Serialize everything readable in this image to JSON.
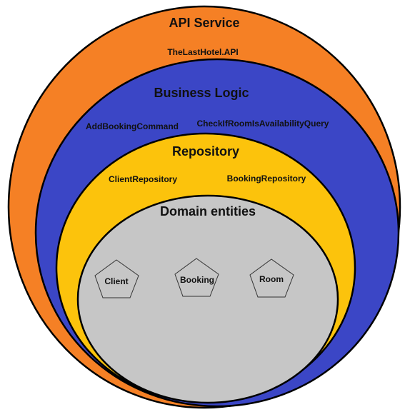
{
  "diagram": {
    "layers": {
      "api": {
        "title": "API Service",
        "items": [
          "TheLastHotel.API"
        ],
        "color": "#f58025"
      },
      "business": {
        "title": "Business Logic",
        "items": [
          "AddBookingCommand",
          "CheckIfRoomIsAvailabilityQuery"
        ],
        "color": "#3b46c6"
      },
      "repository": {
        "title": "Repository",
        "items": [
          "ClientRepository",
          "BookingRepository"
        ],
        "color": "#fcc30c"
      },
      "domain": {
        "title": "Domain entities",
        "color": "#c6c6c6",
        "entities": [
          "Client",
          "Booking",
          "Room"
        ]
      }
    },
    "outline_color": "#000000"
  }
}
